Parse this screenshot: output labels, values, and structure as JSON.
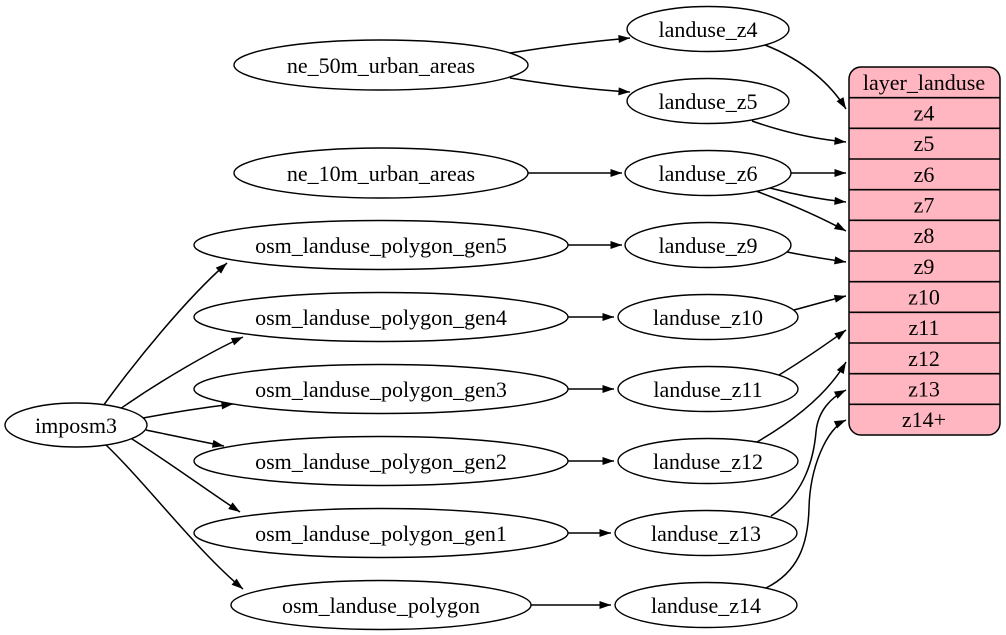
{
  "colors": {
    "background": "#ffffff",
    "node_fill": "#ffffff",
    "edge_stroke": "#000000",
    "table_fill": "#ffb6c1",
    "text": "#000000"
  },
  "nodes": {
    "imposm3": {
      "label": "imposm3"
    },
    "ne_50m_urban_areas": {
      "label": "ne_50m_urban_areas"
    },
    "ne_10m_urban_areas": {
      "label": "ne_10m_urban_areas"
    },
    "osm_landuse_polygon_gen5": {
      "label": "osm_landuse_polygon_gen5"
    },
    "osm_landuse_polygon_gen4": {
      "label": "osm_landuse_polygon_gen4"
    },
    "osm_landuse_polygon_gen3": {
      "label": "osm_landuse_polygon_gen3"
    },
    "osm_landuse_polygon_gen2": {
      "label": "osm_landuse_polygon_gen2"
    },
    "osm_landuse_polygon_gen1": {
      "label": "osm_landuse_polygon_gen1"
    },
    "osm_landuse_polygon": {
      "label": "osm_landuse_polygon"
    },
    "landuse_z4": {
      "label": "landuse_z4"
    },
    "landuse_z5": {
      "label": "landuse_z5"
    },
    "landuse_z6": {
      "label": "landuse_z6"
    },
    "landuse_z9": {
      "label": "landuse_z9"
    },
    "landuse_z10": {
      "label": "landuse_z10"
    },
    "landuse_z11": {
      "label": "landuse_z11"
    },
    "landuse_z12": {
      "label": "landuse_z12"
    },
    "landuse_z13": {
      "label": "landuse_z13"
    },
    "landuse_z14": {
      "label": "landuse_z14"
    }
  },
  "table": {
    "title": "layer_landuse",
    "rows": [
      "z4",
      "z5",
      "z6",
      "z7",
      "z8",
      "z9",
      "z10",
      "z11",
      "z12",
      "z13",
      "z14+"
    ]
  },
  "edges": [
    {
      "from": "imposm3",
      "to": "osm_landuse_polygon_gen5"
    },
    {
      "from": "imposm3",
      "to": "osm_landuse_polygon_gen4"
    },
    {
      "from": "imposm3",
      "to": "osm_landuse_polygon_gen3"
    },
    {
      "from": "imposm3",
      "to": "osm_landuse_polygon_gen2"
    },
    {
      "from": "imposm3",
      "to": "osm_landuse_polygon_gen1"
    },
    {
      "from": "imposm3",
      "to": "osm_landuse_polygon"
    },
    {
      "from": "ne_50m_urban_areas",
      "to": "landuse_z4"
    },
    {
      "from": "ne_50m_urban_areas",
      "to": "landuse_z5"
    },
    {
      "from": "ne_10m_urban_areas",
      "to": "landuse_z6"
    },
    {
      "from": "osm_landuse_polygon_gen5",
      "to": "landuse_z9"
    },
    {
      "from": "osm_landuse_polygon_gen4",
      "to": "landuse_z10"
    },
    {
      "from": "osm_landuse_polygon_gen3",
      "to": "landuse_z11"
    },
    {
      "from": "osm_landuse_polygon_gen2",
      "to": "landuse_z12"
    },
    {
      "from": "osm_landuse_polygon_gen1",
      "to": "landuse_z13"
    },
    {
      "from": "osm_landuse_polygon",
      "to": "landuse_z14"
    },
    {
      "from": "landuse_z4",
      "to": "layer_landuse.z4"
    },
    {
      "from": "landuse_z5",
      "to": "layer_landuse.z5"
    },
    {
      "from": "landuse_z6",
      "to": "layer_landuse.z6"
    },
    {
      "from": "landuse_z6",
      "to": "layer_landuse.z7"
    },
    {
      "from": "landuse_z6",
      "to": "layer_landuse.z8"
    },
    {
      "from": "landuse_z9",
      "to": "layer_landuse.z9"
    },
    {
      "from": "landuse_z10",
      "to": "layer_landuse.z10"
    },
    {
      "from": "landuse_z11",
      "to": "layer_landuse.z11"
    },
    {
      "from": "landuse_z12",
      "to": "layer_landuse.z12"
    },
    {
      "from": "landuse_z13",
      "to": "layer_landuse.z13"
    },
    {
      "from": "landuse_z14",
      "to": "layer_landuse.z14+"
    }
  ]
}
